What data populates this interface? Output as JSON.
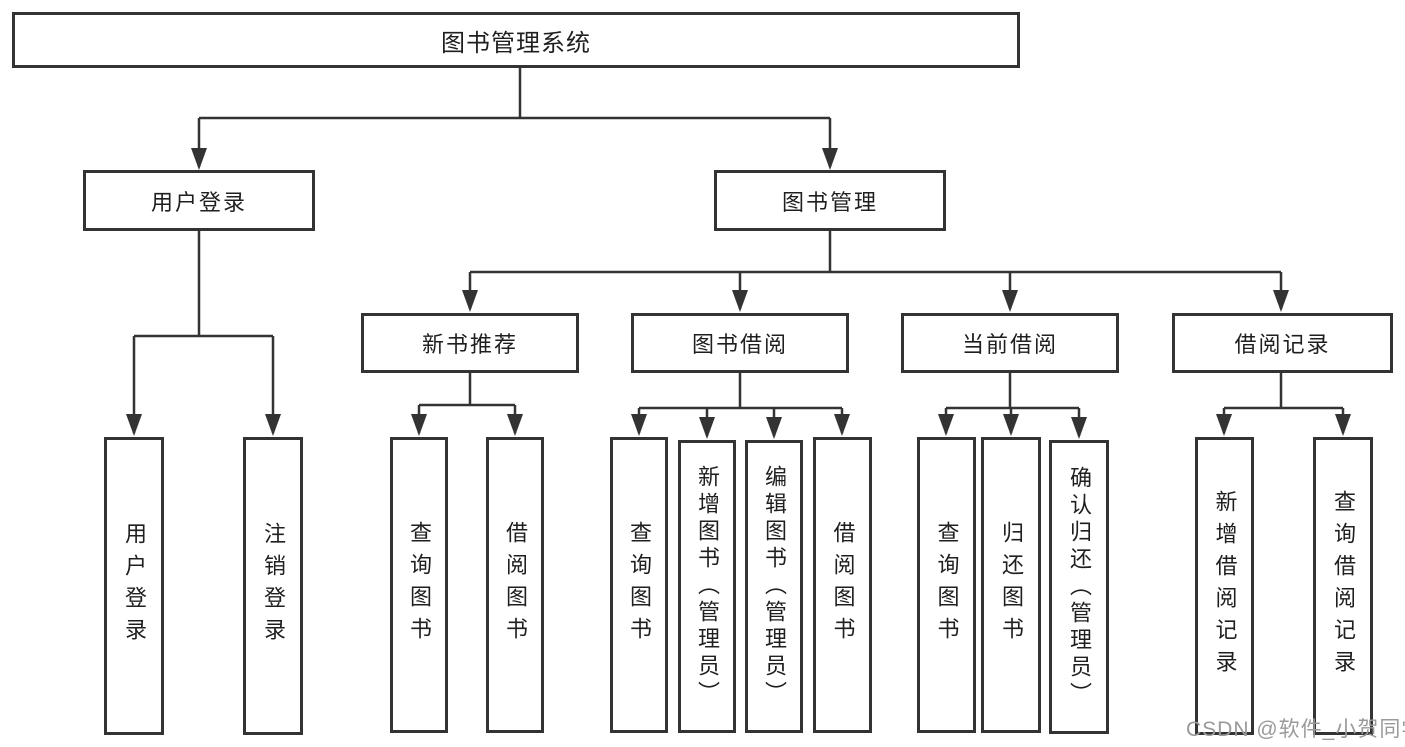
{
  "diagram": {
    "title": "图书管理系统",
    "root": {
      "label": "图书管理系统"
    },
    "branches": [
      {
        "label": "用户登录",
        "children": [
          {
            "label": "用户登录"
          },
          {
            "label": "注销登录"
          }
        ]
      },
      {
        "label": "图书管理",
        "children": [
          {
            "label": "新书推荐",
            "children": [
              {
                "label": "查询图书"
              },
              {
                "label": "借阅图书"
              }
            ]
          },
          {
            "label": "图书借阅",
            "children": [
              {
                "label": "查询图书"
              },
              {
                "label": "新增图书（管理员）"
              },
              {
                "label": "编辑图书（管理员）"
              },
              {
                "label": "借阅图书"
              }
            ]
          },
          {
            "label": "当前借阅",
            "children": [
              {
                "label": "查询图书"
              },
              {
                "label": "归还图书"
              },
              {
                "label": "确认归还（管理员）"
              }
            ]
          },
          {
            "label": "借阅记录",
            "children": [
              {
                "label": "新增借阅记录"
              },
              {
                "label": "查询借阅记录"
              }
            ]
          }
        ]
      }
    ]
  },
  "watermark": {
    "text": "CSDN @软件_小贺同学"
  },
  "colors": {
    "line": "#333333",
    "box_border": "#333333",
    "text": "#1f1f1f",
    "watermark": "#9a9a9a",
    "background": "#ffffff"
  }
}
